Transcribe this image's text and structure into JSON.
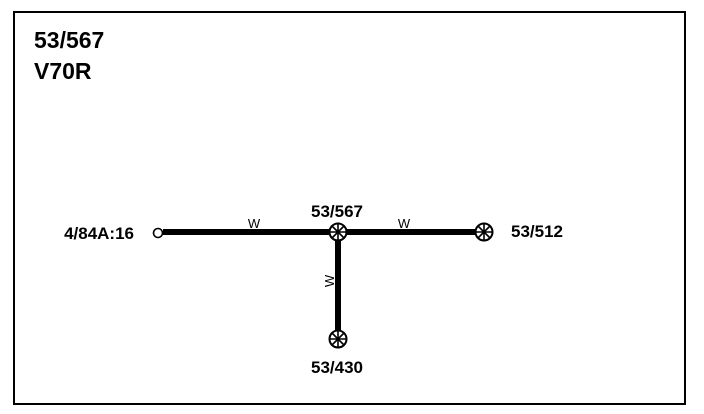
{
  "header": {
    "connector_id": "53/567",
    "model": "V70R"
  },
  "nodes": {
    "left": {
      "label": "4/84A:16"
    },
    "center": {
      "label": "53/567"
    },
    "right": {
      "label": "53/512"
    },
    "bottom": {
      "label": "53/430"
    }
  },
  "wires": {
    "left": {
      "color_code": "W"
    },
    "right": {
      "color_code": "W"
    },
    "bottom": {
      "color_code": "W"
    }
  },
  "colors": {
    "line": "#000000",
    "background": "#ffffff"
  }
}
